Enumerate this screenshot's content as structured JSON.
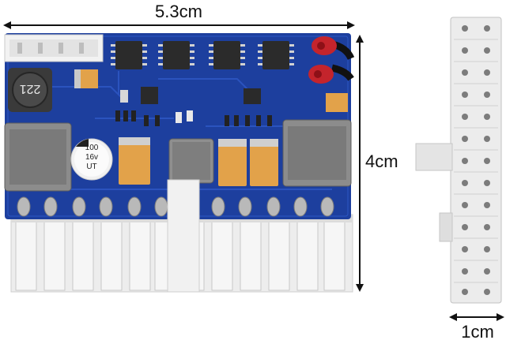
{
  "dimensions": {
    "width_label": "5.3cm",
    "height_label": "4cm",
    "depth_label": "1cm"
  },
  "components": {
    "inductor_marking": "221",
    "capacitor_line1": "100",
    "capacitor_line2": "16v",
    "capacitor_line3": "UT"
  },
  "colors": {
    "pcb_blue": "#1d3f9e",
    "connector_white": "#ececec",
    "tantalum_orange": "#e2a24a",
    "wire_red": "#c4242c"
  }
}
